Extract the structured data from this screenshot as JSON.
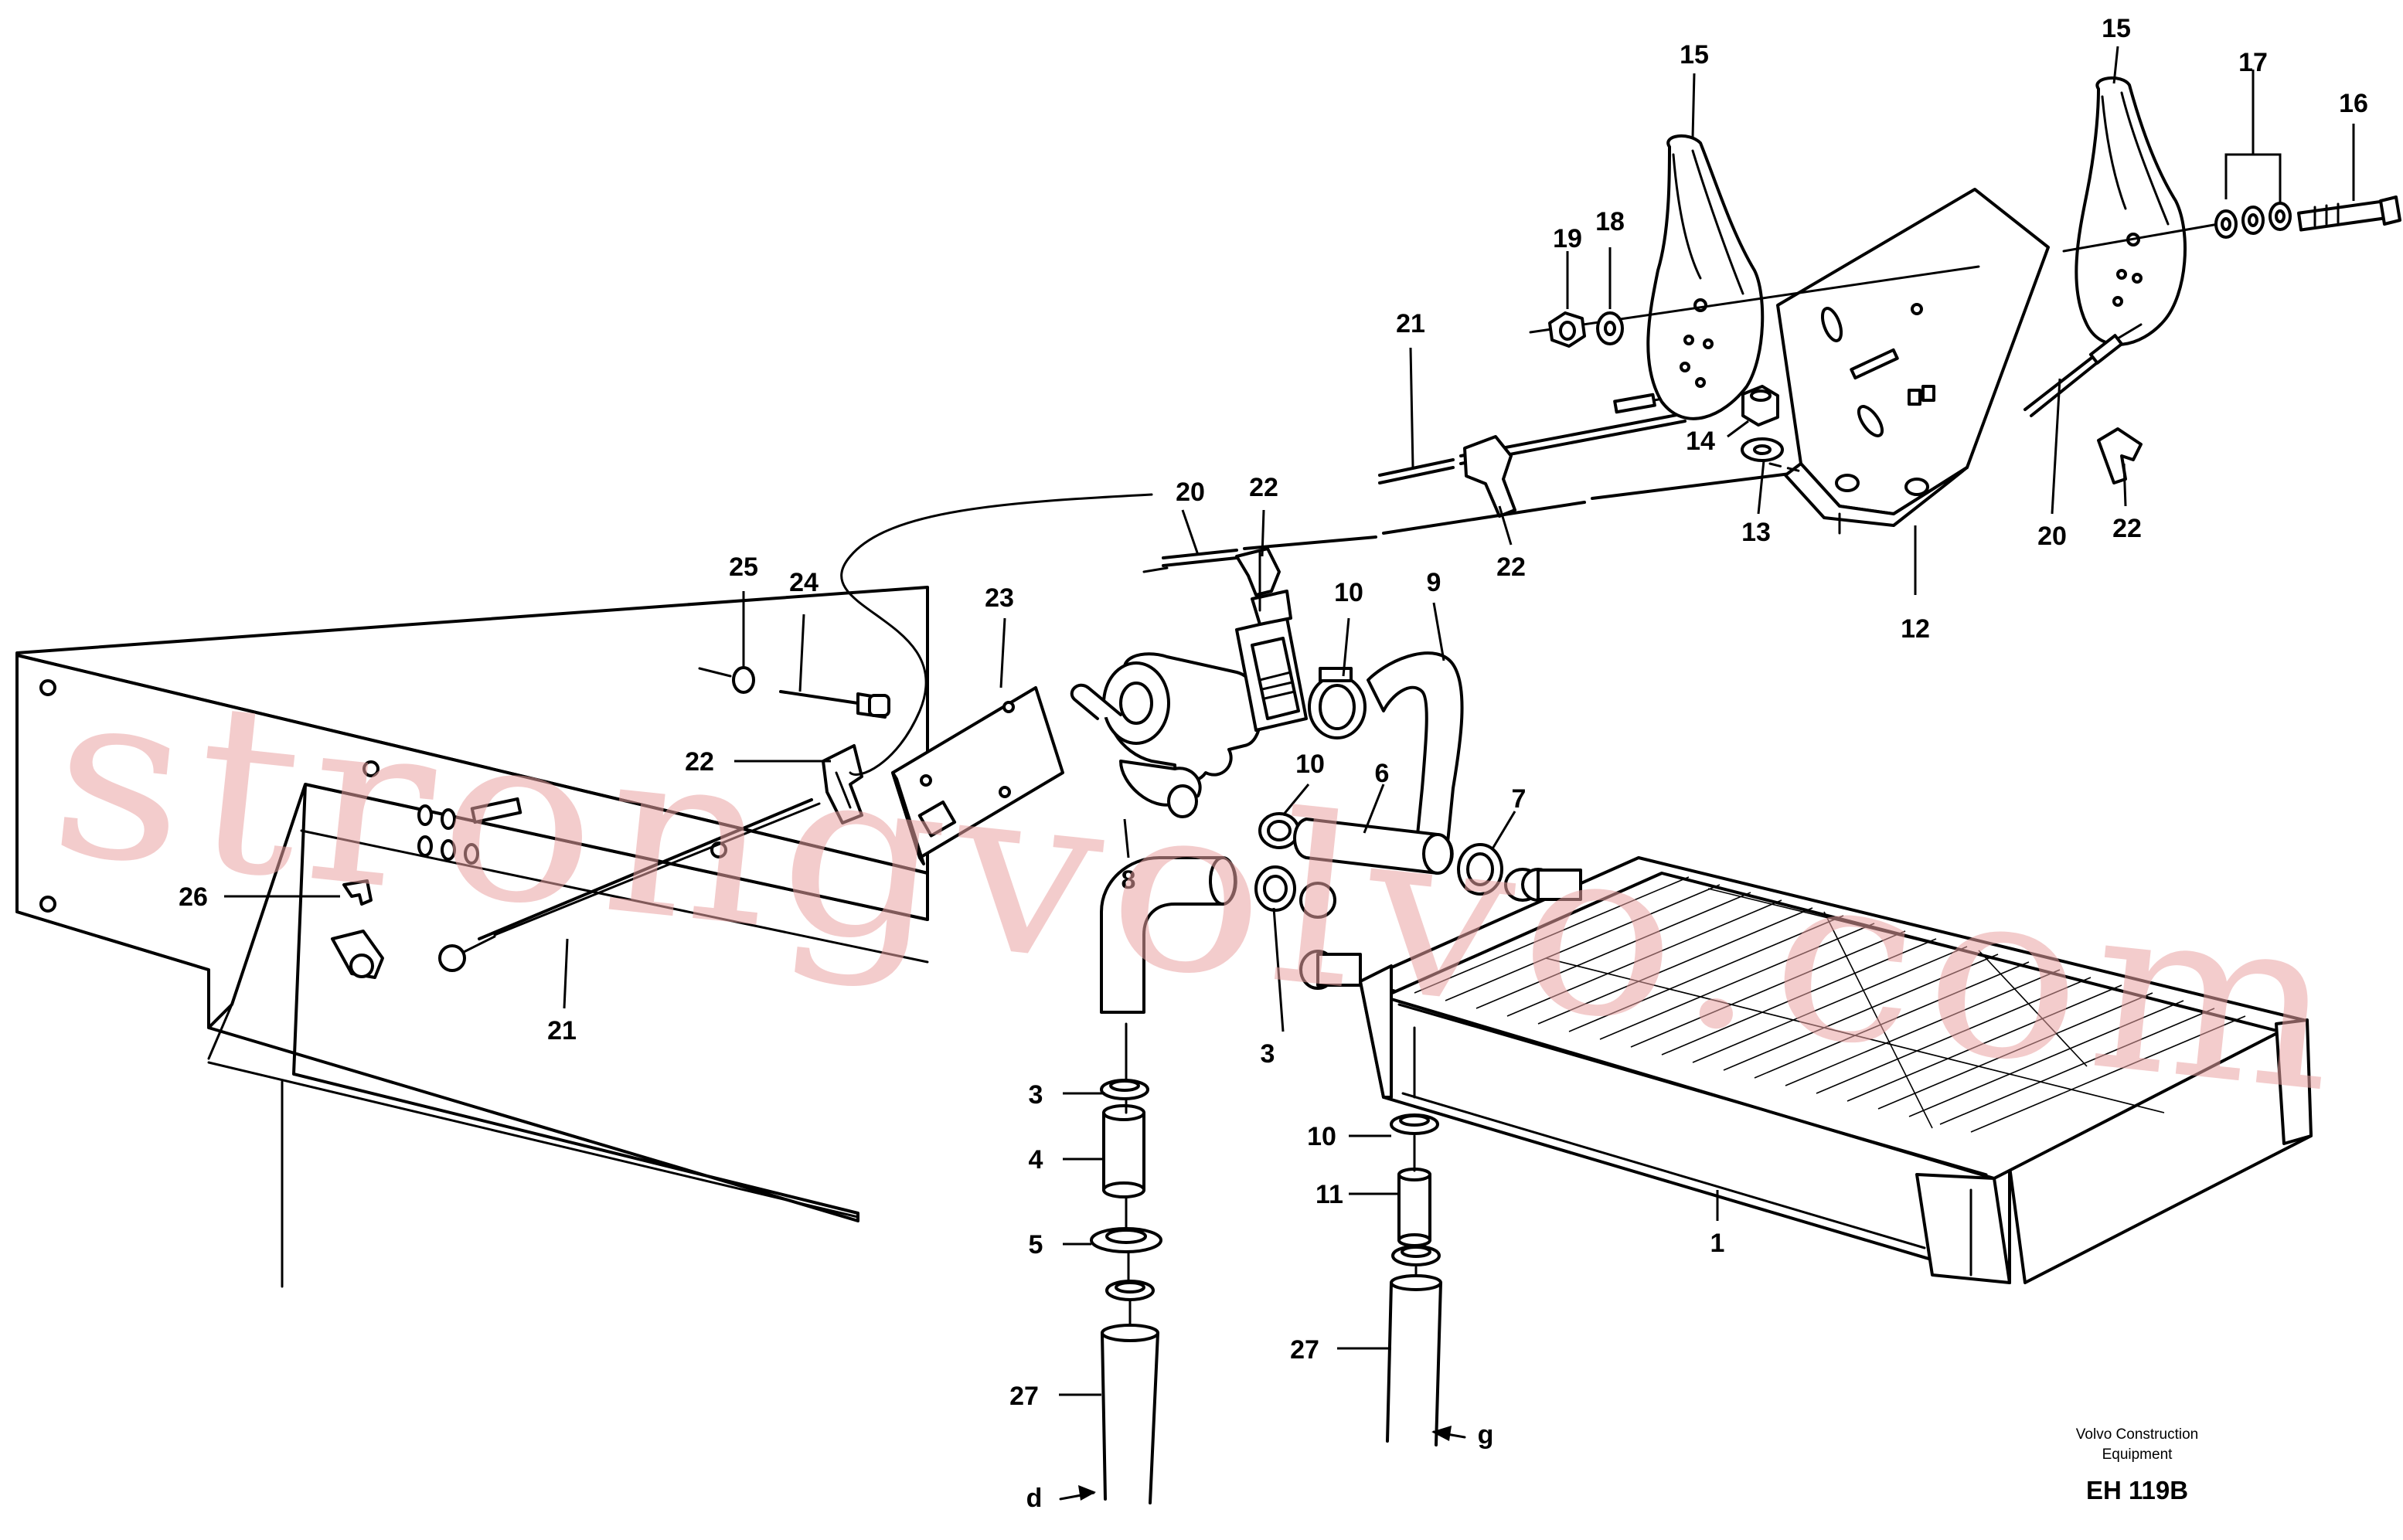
{
  "callouts": {
    "c1": "1",
    "c3a": "3",
    "c3b": "3",
    "c4": "4",
    "c5": "5",
    "c6": "6",
    "c7": "7",
    "c8": "8",
    "c9": "9",
    "c10a": "10",
    "c10b": "10",
    "c10c": "10",
    "c11": "11",
    "c12": "12",
    "c13": "13",
    "c14": "14",
    "c15a": "15",
    "c15b": "15",
    "c16": "16",
    "c17": "17",
    "c18": "18",
    "c19": "19",
    "c20a": "20",
    "c20b": "20",
    "c21a": "21",
    "c21b": "21",
    "c22a": "22",
    "c22b": "22",
    "c22c": "22",
    "c22d": "22",
    "c23": "23",
    "c24": "24",
    "c25": "25",
    "c26": "26",
    "c27a": "27",
    "c27b": "27",
    "cd": "d",
    "cg": "g"
  },
  "caption": {
    "line1": "Volvo Construction",
    "line2": "Equipment",
    "code": "EH 119B"
  },
  "watermark": "strongvolvo.com",
  "colors": {
    "line": "#000000",
    "watermark": "#e9a3a3"
  }
}
